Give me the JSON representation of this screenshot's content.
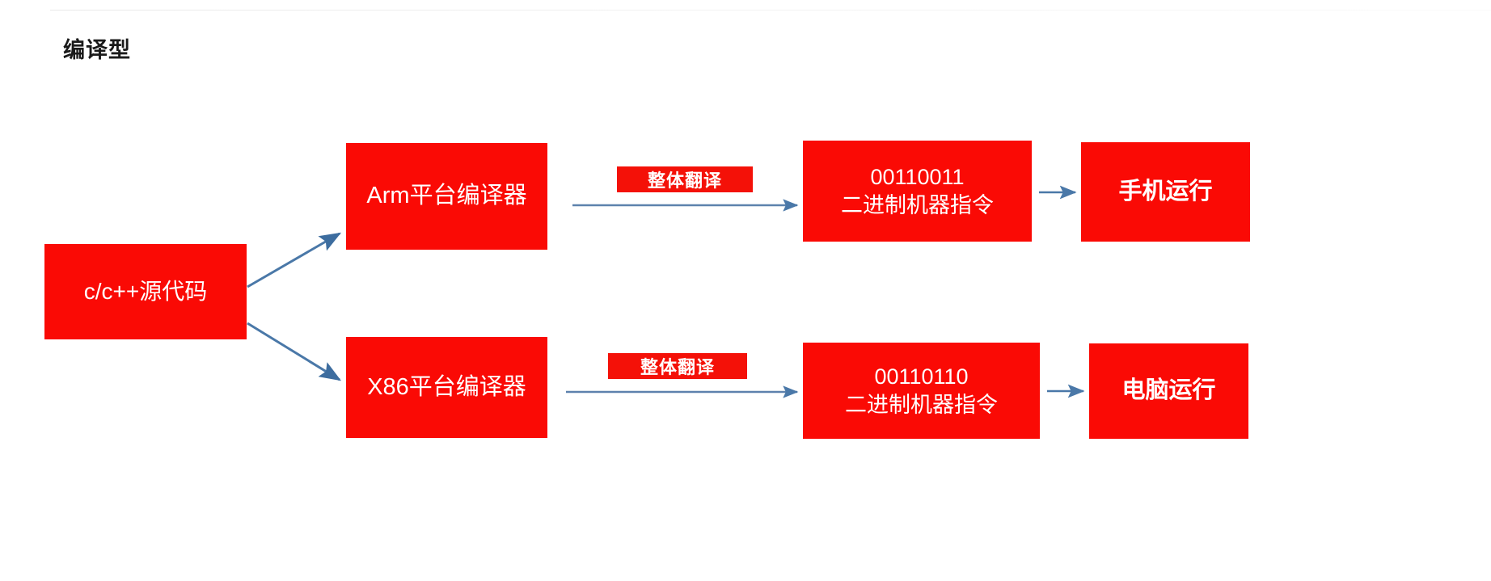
{
  "page": {
    "title": "编译型",
    "background_color": "#ffffff",
    "box_color": "#fa0a05",
    "box_text_color": "#ffffff",
    "arrow_color": "#4a78a8",
    "title_color": "#1a1a1a"
  },
  "diagram": {
    "type": "flowchart",
    "nodes": [
      {
        "id": "source",
        "label": "c/c++源代码"
      },
      {
        "id": "arm",
        "label": "Arm平台编译器"
      },
      {
        "id": "x86",
        "label": "X86平台编译器"
      },
      {
        "id": "bin_top",
        "label": "00110011\n二进制机器指令"
      },
      {
        "id": "bin_bot",
        "label": "00110110\n二进制机器指令"
      },
      {
        "id": "phone",
        "label": "手机运行"
      },
      {
        "id": "pc",
        "label": "电脑运行"
      }
    ],
    "edge_labels": {
      "top": "整体翻译",
      "bottom": "整体翻译"
    },
    "edges": [
      {
        "from": "source",
        "to": "arm",
        "label": ""
      },
      {
        "from": "source",
        "to": "x86",
        "label": ""
      },
      {
        "from": "arm",
        "to": "bin_top",
        "label": "整体翻译"
      },
      {
        "from": "x86",
        "to": "bin_bot",
        "label": "整体翻译"
      },
      {
        "from": "bin_top",
        "to": "phone",
        "label": ""
      },
      {
        "from": "bin_bot",
        "to": "pc",
        "label": ""
      }
    ]
  }
}
